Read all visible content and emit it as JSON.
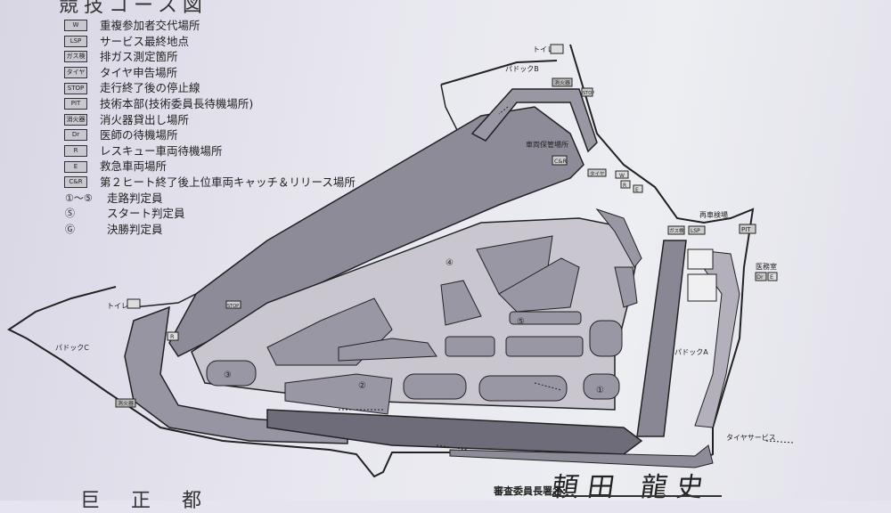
{
  "title": "競技コース図",
  "legend": [
    {
      "key": "W",
      "label": "重複参加者交代場所"
    },
    {
      "key": "LSP",
      "label": "サービス最終地点"
    },
    {
      "key": "ガス検",
      "label": "排ガス測定箇所"
    },
    {
      "key": "タイヤ",
      "label": "タイヤ申告場所"
    },
    {
      "key": "STOP",
      "label": "走行終了後の停止線"
    },
    {
      "key": "PIT",
      "label": "技術本部(技術委員長待機場所)"
    },
    {
      "key": "消火器",
      "label": "消火器貸出し場所"
    },
    {
      "key": "Dr",
      "label": "医師の待機場所"
    },
    {
      "key": "R",
      "label": "レスキュー車両待機場所"
    },
    {
      "key": "E",
      "label": "救急車両場所"
    },
    {
      "key": "C&R",
      "label": "第２ヒート終了後上位車両キャッチ＆リリース場所"
    },
    {
      "key": "①〜⑤",
      "label": "走路判定員"
    },
    {
      "key": "Ⓢ",
      "label": "スタート判定員"
    },
    {
      "key": "Ⓖ",
      "label": "決勝判定員"
    }
  ],
  "map": {
    "toilet_top": "トイレ",
    "toilet_left": "トイレ",
    "paddock_a": "パドックA",
    "paddock_b": "パドックB",
    "paddock_c": "パドックC",
    "vehicle_storage": "車両保管場所",
    "cr": "C&R",
    "reinspection": "再車検場",
    "pit": "PIT",
    "medical": "医務室",
    "dr": "Dr",
    "e": "E",
    "tire_service": "タイヤサービス",
    "extinguisher_top": "消火器",
    "extinguisher_left": "消火器",
    "stop_top": "STOP",
    "stop_left": "STOP",
    "tire": "タイヤ",
    "w": "W",
    "r": "R",
    "e2": "E",
    "gas": "ガス検",
    "lsp": "LSP",
    "r_left": "R",
    "marshal_1": "①",
    "marshal_2": "②",
    "marshal_3": "③",
    "marshal_4": "④",
    "marshal_5": "⑤"
  },
  "signature": {
    "label": "審査委員長署名:",
    "name": "頼田 龍史"
  },
  "bottom_left_text": "巨 正 都"
}
